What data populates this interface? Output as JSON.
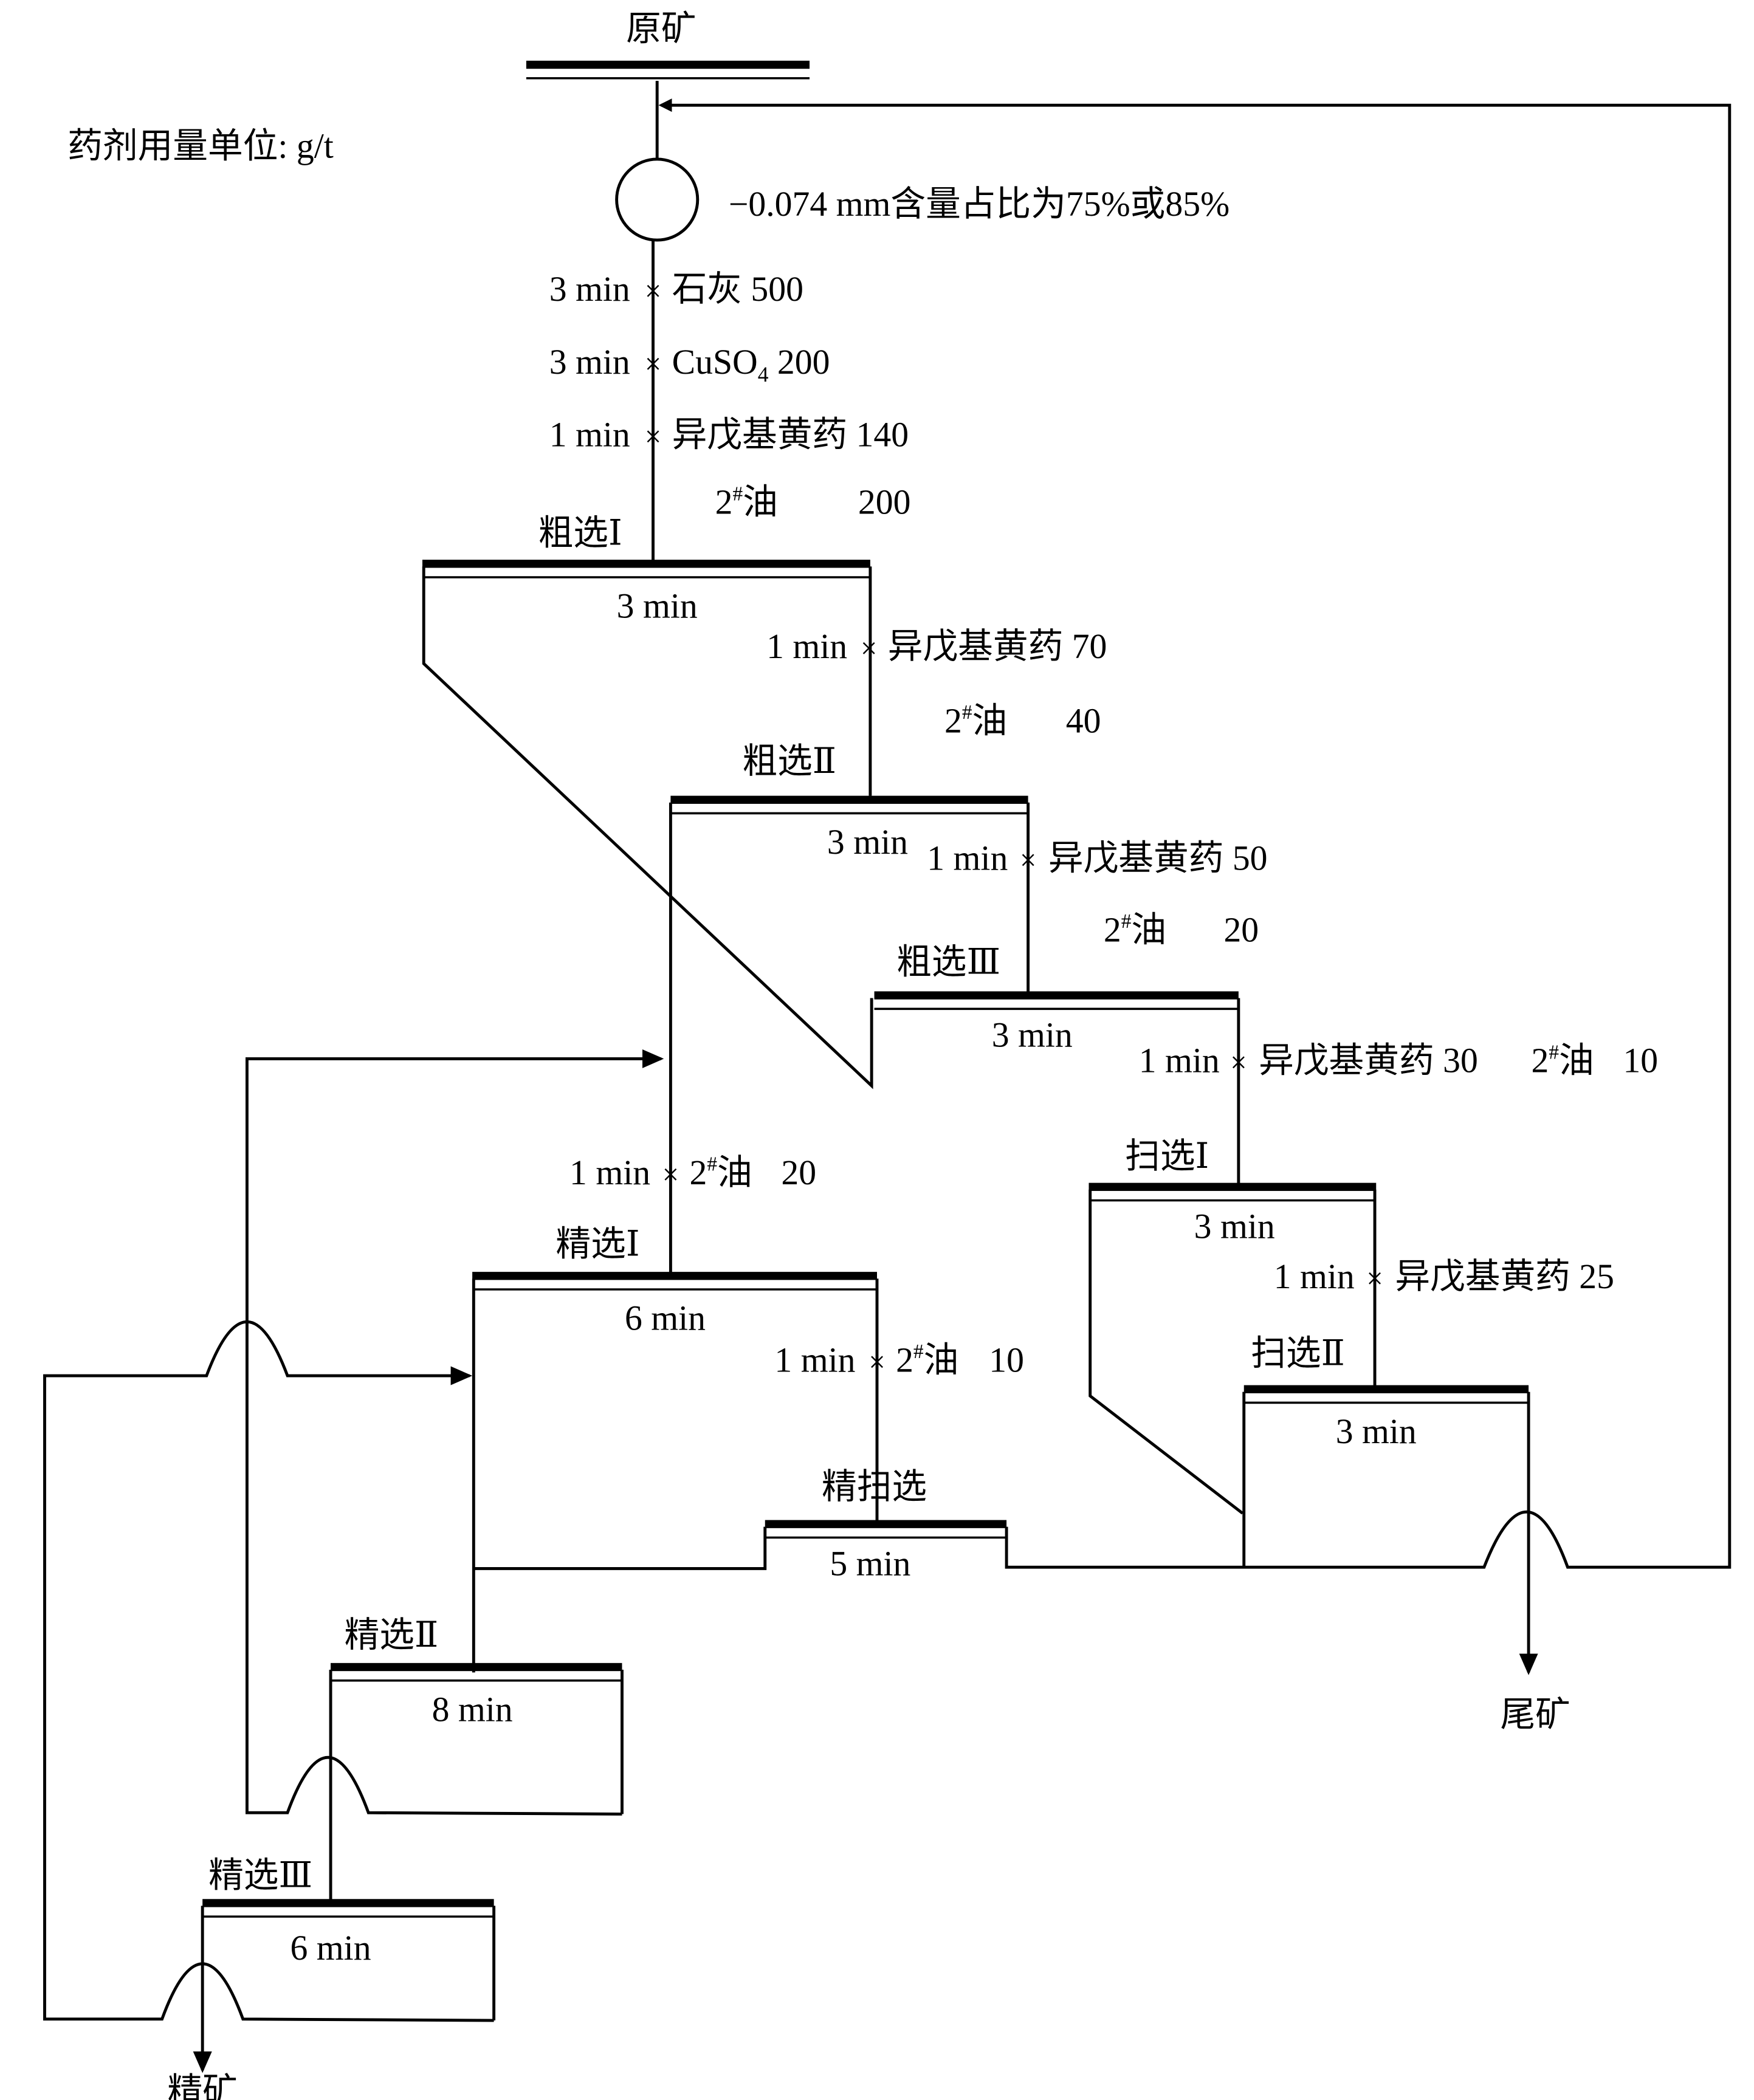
{
  "title_units": "药剂用量单位: g/t",
  "feed": "原矿",
  "grinding": "−0.074 mm含量占比为75%或85%",
  "tailings": "尾矿",
  "concentrate": "精矿",
  "times_sign": "×",
  "sharp": "#",
  "feed_reagents": [
    {
      "time": "3 min",
      "text": "石灰 500"
    },
    {
      "time": "3 min",
      "text": "CuSO",
      "sub": "4",
      "dose": " 200"
    },
    {
      "time": "1 min",
      "text": "异戊基黄药 140"
    },
    {
      "oil_prefix": "2",
      "oil": "油",
      "dose": "200"
    }
  ],
  "cells": {
    "rougher1": {
      "label": "粗选Ⅰ",
      "time": "3 min"
    },
    "rougher2": {
      "label": "粗选Ⅱ",
      "time": "3 min"
    },
    "rougher3": {
      "label": "粗选Ⅲ",
      "time": "3 min"
    },
    "scav1": {
      "label": "扫选Ⅰ",
      "time": "3 min"
    },
    "scav2": {
      "label": "扫选Ⅱ",
      "time": "3 min"
    },
    "clean1": {
      "label": "精选Ⅰ",
      "time": "6 min"
    },
    "clean2": {
      "label": "精选Ⅱ",
      "time": "8 min"
    },
    "clean3": {
      "label": "精选Ⅲ",
      "time": "6 min"
    },
    "cleanscav": {
      "label": "精扫选",
      "time": "5 min"
    }
  },
  "reagents": {
    "r2": {
      "time": "1 min",
      "text": "异戊基黄药 70",
      "oil_prefix": "2",
      "oil": "油",
      "dose": "40"
    },
    "r3": {
      "time": "1 min",
      "text": "异戊基黄药 50",
      "oil_prefix": "2",
      "oil": "油",
      "dose": "20"
    },
    "s1": {
      "time": "1 min",
      "text": "异戊基黄药 30",
      "oil_prefix": "2",
      "oil": "油",
      "dose": "10"
    },
    "s2": {
      "time": "1 min",
      "text": "异戊基黄药 25"
    },
    "c1": {
      "time": "1 min",
      "oil_prefix": "2",
      "oil": "油",
      "dose": "20"
    },
    "cs": {
      "time": "1 min",
      "oil_prefix": "2",
      "oil": "油",
      "dose": "10"
    }
  }
}
